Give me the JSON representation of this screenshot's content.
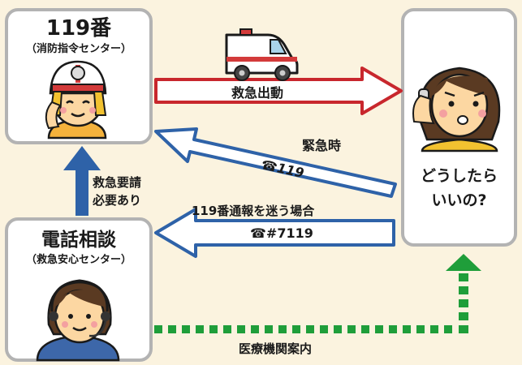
{
  "nodes": {
    "emergency_119": {
      "title": "119番",
      "subtitle": "（消防指令センター）"
    },
    "consult_center": {
      "title": "電話相談",
      "subtitle": "（救急安心センター）"
    },
    "caller": {
      "line1": "どうしたら",
      "line2": "いいの?"
    }
  },
  "arrows": {
    "dispatch": {
      "label": "救急出動"
    },
    "emergency": {
      "label": "緊急時",
      "number": "☎119"
    },
    "unsure": {
      "label": "119番通報を迷う場合",
      "number": "☎#7119"
    },
    "request": {
      "line1": "救急要請",
      "line2": "必要あり"
    },
    "referral": {
      "label": "医療機関案内"
    }
  },
  "colors": {
    "red_arrow": "#c8272d",
    "blue_arrow": "#2e62a8",
    "green_arrow": "#1f9e3a",
    "box_border": "#b3b3b3",
    "background": "#fbf3df"
  }
}
